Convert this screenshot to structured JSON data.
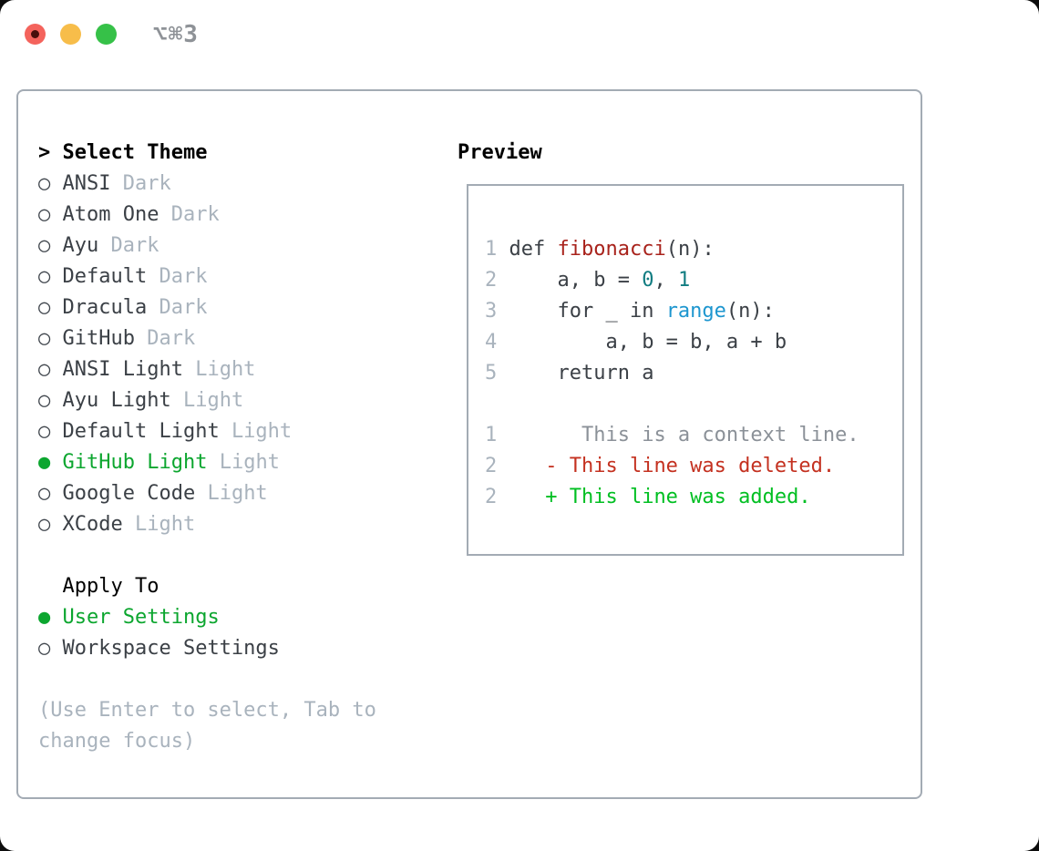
{
  "titlebar": {
    "shortcut": "⌥⌘3"
  },
  "theme_list": {
    "prompt": ">",
    "header": "Select Theme",
    "items": [
      {
        "label": "ANSI",
        "tag": "Dark",
        "selected": false
      },
      {
        "label": "Atom One",
        "tag": "Dark",
        "selected": false
      },
      {
        "label": "Ayu",
        "tag": "Dark",
        "selected": false
      },
      {
        "label": "Default",
        "tag": "Dark",
        "selected": false
      },
      {
        "label": "Dracula",
        "tag": "Dark",
        "selected": false
      },
      {
        "label": "GitHub",
        "tag": "Dark",
        "selected": false
      },
      {
        "label": "ANSI Light",
        "tag": "Light",
        "selected": false
      },
      {
        "label": "Ayu Light",
        "tag": "Light",
        "selected": false
      },
      {
        "label": "Default Light",
        "tag": "Light",
        "selected": false
      },
      {
        "label": "GitHub Light",
        "tag": "Light",
        "selected": true
      },
      {
        "label": "Google Code",
        "tag": "Light",
        "selected": false
      },
      {
        "label": "XCode",
        "tag": "Light",
        "selected": false
      }
    ]
  },
  "apply_to": {
    "header": "Apply To",
    "options": [
      {
        "label": "User Settings",
        "selected": true
      },
      {
        "label": "Workspace Settings",
        "selected": false
      }
    ]
  },
  "hint_lines": [
    "(Use Enter to select, Tab to",
    "change focus)"
  ],
  "preview": {
    "header": "Preview",
    "code_lines": [
      {
        "num": "1",
        "segments": [
          {
            "text": "def ",
            "color": "code"
          },
          {
            "text": "fibonacci",
            "color": "function"
          },
          {
            "text": "(n):",
            "color": "code"
          }
        ]
      },
      {
        "num": "2",
        "segments": [
          {
            "text": "    a, b = ",
            "color": "code"
          },
          {
            "text": "0",
            "color": "number"
          },
          {
            "text": ", ",
            "color": "code"
          },
          {
            "text": "1",
            "color": "number"
          }
        ]
      },
      {
        "num": "3",
        "segments": [
          {
            "text": "    for _ in ",
            "color": "code"
          },
          {
            "text": "range",
            "color": "builtin"
          },
          {
            "text": "(n):",
            "color": "code"
          }
        ]
      },
      {
        "num": "4",
        "segments": [
          {
            "text": "        a, b = b, a + b",
            "color": "code"
          }
        ]
      },
      {
        "num": "5",
        "segments": [
          {
            "text": "    return a",
            "color": "code"
          }
        ]
      },
      {
        "num": "",
        "segments": []
      },
      {
        "num": "1",
        "segments": [
          {
            "text": "      This is a context line.",
            "color": "context"
          }
        ]
      },
      {
        "num": "2",
        "segments": [
          {
            "text": "   - This line was deleted.",
            "color": "deleted"
          }
        ]
      },
      {
        "num": "2",
        "segments": [
          {
            "text": "   + This line was added.",
            "color": "added"
          }
        ]
      }
    ]
  },
  "markers": {
    "unselected": "○",
    "selected": "●"
  },
  "colors": {
    "green": "#0ca62f",
    "text": "#3b4046",
    "muted": "#a9b3bd",
    "context": "#8b9198",
    "function": "#a8221b",
    "number": "#107c81",
    "builtin": "#1d96cf",
    "deleted": "#c43120",
    "added": "#00bf22"
  }
}
